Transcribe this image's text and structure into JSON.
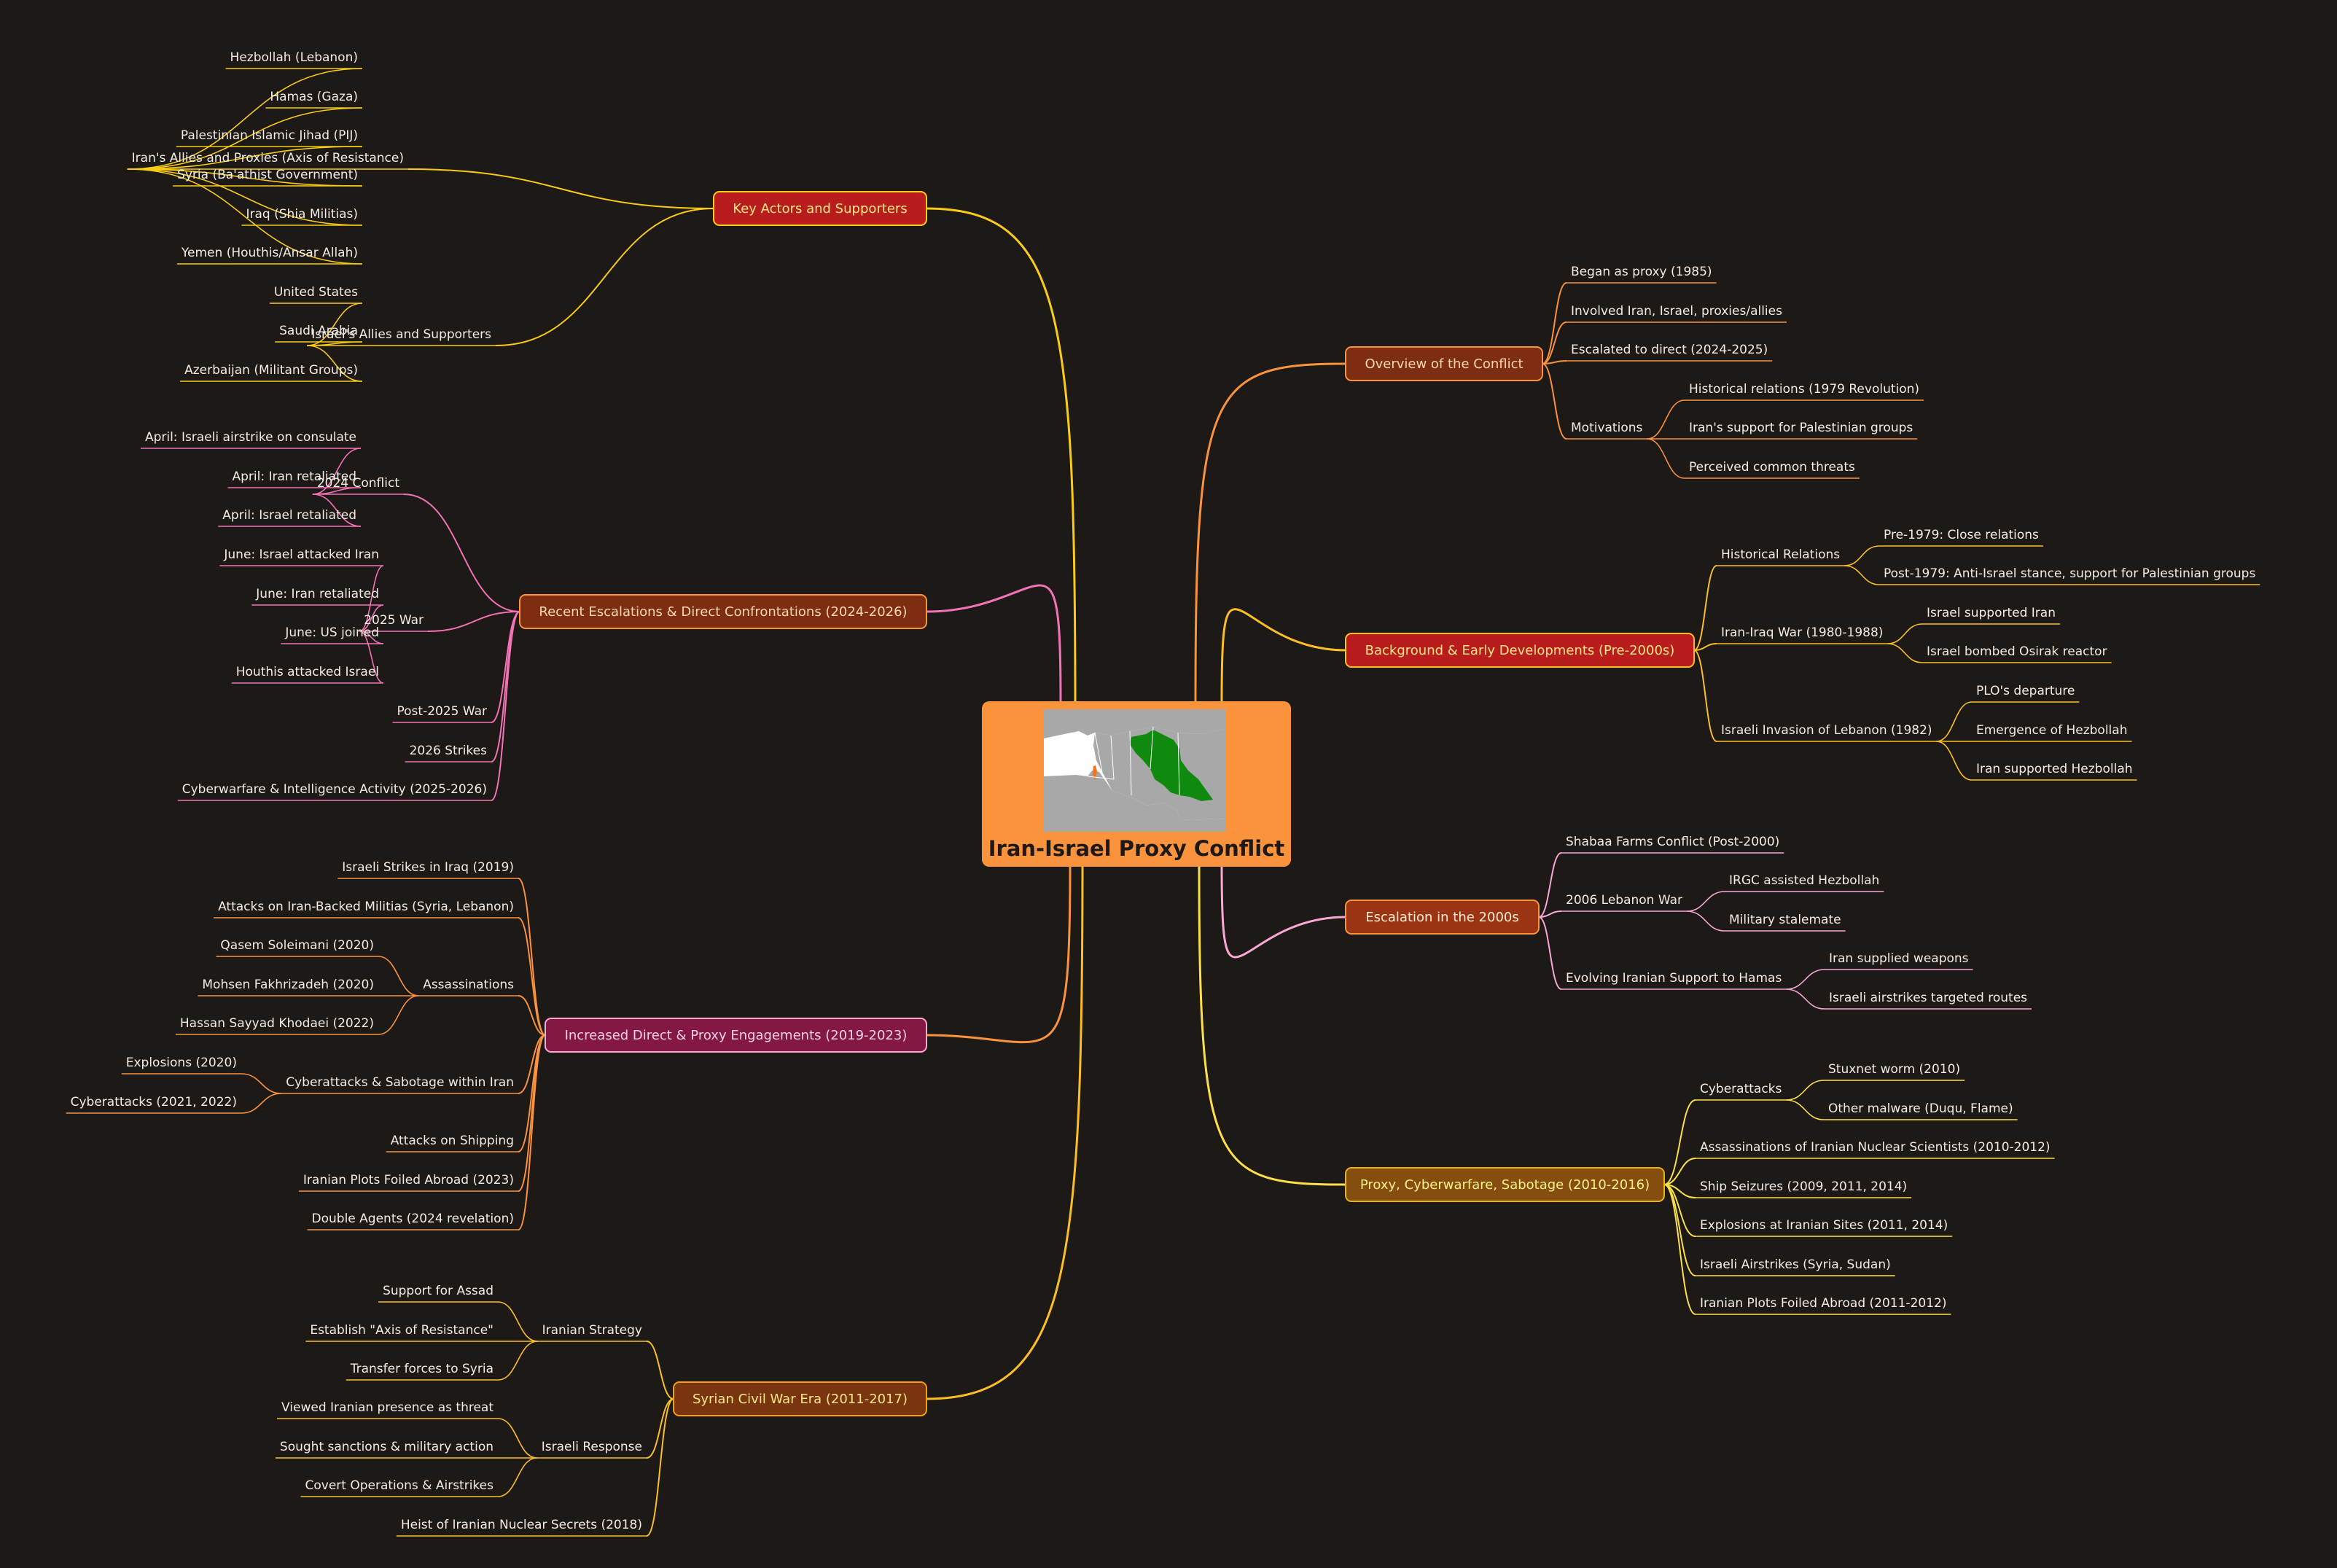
{
  "title": "Iran-Israel Proxy Conflict",
  "colors": {
    "background": "#1c1917",
    "center_fill": "#fb923c",
    "map_land": "#a8a8a8",
    "map_water": "#ffffff",
    "iran_highlight": "#0f8a0f",
    "israel_highlight": "#f97316"
  },
  "center_image": "iran-israel-map",
  "branches": [
    {
      "label": "Key Actors and Supporters",
      "color": "#facc15",
      "fill": "#b91c1c",
      "text_color": "#fde68a",
      "stroke": "#facc15",
      "children": [
        {
          "label": "Iran's Allies and Proxies (Axis of Resistance)",
          "children": [
            {
              "label": "Hezbollah (Lebanon)"
            },
            {
              "label": "Hamas (Gaza)"
            },
            {
              "label": "Palestinian Islamic Jihad (PIJ)"
            },
            {
              "label": "Syria (Ba'athist Government)"
            },
            {
              "label": "Iraq (Shia Militias)"
            },
            {
              "label": "Yemen (Houthis/Ansar Allah)"
            }
          ]
        },
        {
          "label": "Israel's Allies and Supporters",
          "children": [
            {
              "label": "United States"
            },
            {
              "label": "Saudi Arabia"
            },
            {
              "label": "Azerbaijan (Militant Groups)"
            }
          ]
        }
      ]
    },
    {
      "label": "Recent Escalations & Direct Confrontations (2024-2026)",
      "color": "#f472b6",
      "fill": "#7c2d12",
      "text_color": "#fed7aa",
      "stroke": "#fb923c",
      "children": [
        {
          "label": "2024 Conflict",
          "children": [
            {
              "label": "April: Israeli airstrike on consulate"
            },
            {
              "label": "April: Iran retaliated"
            },
            {
              "label": "April: Israel retaliated"
            }
          ]
        },
        {
          "label": "2025 War",
          "children": [
            {
              "label": "June: Israel attacked Iran"
            },
            {
              "label": "June: Iran retaliated"
            },
            {
              "label": "June: US joined"
            },
            {
              "label": "Houthis attacked Israel"
            }
          ]
        },
        {
          "label": "Post-2025 War"
        },
        {
          "label": "2026 Strikes"
        },
        {
          "label": "Cyberwarfare & Intelligence Activity (2025-2026)"
        }
      ]
    },
    {
      "label": "Increased Direct & Proxy Engagements (2019-2023)",
      "color": "#fb923c",
      "fill": "#831843",
      "text_color": "#fbcfe8",
      "stroke": "#f9a8d4",
      "children": [
        {
          "label": "Israeli Strikes in Iraq (2019)"
        },
        {
          "label": "Attacks on Iran-Backed Militias (Syria, Lebanon)"
        },
        {
          "label": "Assassinations",
          "children": [
            {
              "label": "Qasem Soleimani (2020)"
            },
            {
              "label": "Mohsen Fakhrizadeh (2020)"
            },
            {
              "label": "Hassan Sayyad Khodaei (2022)"
            }
          ]
        },
        {
          "label": "Cyberattacks & Sabotage within Iran",
          "children": [
            {
              "label": "Explosions (2020)"
            },
            {
              "label": "Cyberattacks (2021, 2022)"
            }
          ]
        },
        {
          "label": "Attacks on Shipping"
        },
        {
          "label": "Iranian Plots Foiled Abroad (2023)"
        },
        {
          "label": "Double Agents (2024 revelation)"
        }
      ]
    },
    {
      "label": "Syrian Civil War Era (2011-2017)",
      "color": "#fbbf24",
      "fill": "#78350f",
      "text_color": "#fde68a",
      "stroke": "#f59e0b",
      "children": [
        {
          "label": "Iranian Strategy",
          "children": [
            {
              "label": "Support for Assad"
            },
            {
              "label": "Establish \"Axis of Resistance\""
            },
            {
              "label": "Transfer forces to Syria"
            }
          ]
        },
        {
          "label": "Israeli Response",
          "children": [
            {
              "label": "Viewed Iranian presence as threat"
            },
            {
              "label": "Sought sanctions & military action"
            },
            {
              "label": "Covert Operations & Airstrikes"
            }
          ]
        },
        {
          "label": "Heist of Iranian Nuclear Secrets (2018)"
        }
      ]
    },
    {
      "label": "Overview of the Conflict",
      "color": "#fb923c",
      "fill": "#7c2d12",
      "text_color": "#fed7aa",
      "stroke": "#fb923c",
      "children": [
        {
          "label": "Began as proxy (1985)"
        },
        {
          "label": "Involved Iran, Israel, proxies/allies"
        },
        {
          "label": "Escalated to direct (2024-2025)"
        },
        {
          "label": "Motivations",
          "children": [
            {
              "label": "Historical relations (1979 Revolution)"
            },
            {
              "label": "Iran's support for Palestinian groups"
            },
            {
              "label": "Perceived common threats"
            }
          ]
        }
      ]
    },
    {
      "label": "Background & Early Developments (Pre-2000s)",
      "color": "#fbbf24",
      "fill": "#b91c1c",
      "text_color": "#fde68a",
      "stroke": "#fbbf24",
      "children": [
        {
          "label": "Historical Relations",
          "children": [
            {
              "label": "Pre-1979: Close relations"
            },
            {
              "label": "Post-1979: Anti-Israel stance, support for Palestinian groups"
            }
          ]
        },
        {
          "label": "Iran-Iraq War (1980-1988)",
          "children": [
            {
              "label": "Israel supported Iran"
            },
            {
              "label": "Israel bombed Osirak reactor"
            }
          ]
        },
        {
          "label": "Israeli Invasion of Lebanon (1982)",
          "children": [
            {
              "label": "PLO's departure"
            },
            {
              "label": "Emergence of Hezbollah"
            },
            {
              "label": "Iran supported Hezbollah"
            }
          ]
        }
      ]
    },
    {
      "label": "Escalation in the 2000s",
      "color": "#f9a8d4",
      "fill": "#9a3412",
      "text_color": "#ffedd5",
      "stroke": "#fb923c",
      "children": [
        {
          "label": "Shabaa Farms Conflict (Post-2000)"
        },
        {
          "label": "2006 Lebanon War",
          "children": [
            {
              "label": "IRGC assisted Hezbollah"
            },
            {
              "label": "Military stalemate"
            }
          ]
        },
        {
          "label": "Evolving Iranian Support to Hamas",
          "children": [
            {
              "label": "Iran supplied weapons"
            },
            {
              "label": "Israeli airstrikes targeted routes"
            }
          ]
        }
      ]
    },
    {
      "label": "Proxy, Cyberwarfare, Sabotage (2010-2016)",
      "color": "#fde047",
      "fill": "#854d0e",
      "text_color": "#fef08a",
      "stroke": "#eab308",
      "children": [
        {
          "label": "Cyberattacks",
          "children": [
            {
              "label": "Stuxnet worm (2010)"
            },
            {
              "label": "Other malware (Duqu, Flame)"
            }
          ]
        },
        {
          "label": "Assassinations of Iranian Nuclear Scientists (2010-2012)"
        },
        {
          "label": "Ship Seizures (2009, 2011, 2014)"
        },
        {
          "label": "Explosions at Iranian Sites (2011, 2014)"
        },
        {
          "label": "Israeli Airstrikes (Syria, Sudan)"
        },
        {
          "label": "Iranian Plots Foiled Abroad (2011-2012)"
        }
      ]
    }
  ]
}
